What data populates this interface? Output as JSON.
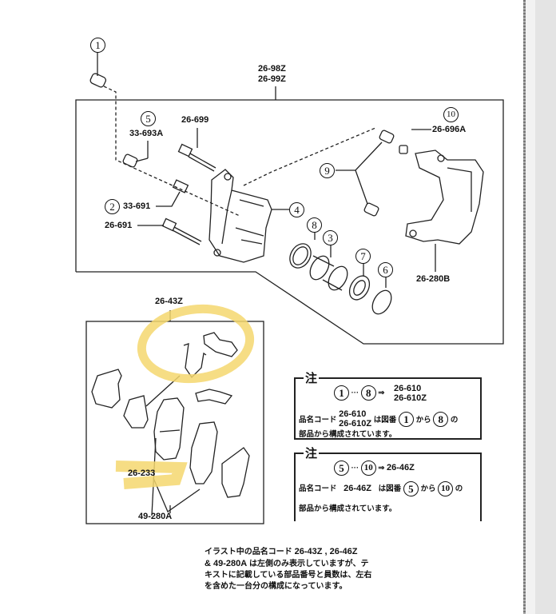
{
  "diagram": {
    "callouts": [
      "1",
      "2",
      "3",
      "4",
      "5",
      "6",
      "7",
      "8",
      "9",
      "10"
    ],
    "labels": {
      "caliper_assy_1": "26-98Z",
      "caliper_assy_2": "26-99Z",
      "p5_code": "33-693A",
      "bolt_26_699": "26-699",
      "p2_code": "33-691",
      "bolt_26_691": "26-691",
      "p10_code": "26-696A",
      "bracket": "26-280B",
      "pad_kit": "26-43Z",
      "shim": "26-233",
      "pads": "49-280A"
    },
    "highlight_color": "#f5d76e"
  },
  "notes": [
    {
      "title": "注",
      "range_from": "1",
      "range_to": "8",
      "ellipsis": "···",
      "arrow": "⇒",
      "codes": [
        "26-610",
        "26-610Z"
      ],
      "line2_prefix": "品名コード",
      "line2_mid": "は図番",
      "line2_from": "1",
      "line2_kara": "から",
      "line2_to": "8",
      "line2_no": "の",
      "line3": "部品から構成されています。"
    },
    {
      "title": "注",
      "range_from": "5",
      "range_to": "10",
      "ellipsis": "···",
      "arrow": "⇒",
      "codes": [
        "26-46Z"
      ],
      "line2_prefix": "品名コード",
      "line2_mid": "は図番",
      "line2_from": "5",
      "line2_kara": "から",
      "line2_to": "10",
      "line2_no": "の",
      "line3": "部品から構成されています。"
    }
  ],
  "footer_text": {
    "line1_a": "イラスト中の品名コード",
    "line1_b": "26-43Z , 26-46Z",
    "line2_a": "& 49-280A",
    "line2_b": "は左側のみ表示していますが、テ",
    "line3": "キストに記載している部品番号と員数は、左右",
    "line4": "を含めた一台分の構成になっています。"
  }
}
